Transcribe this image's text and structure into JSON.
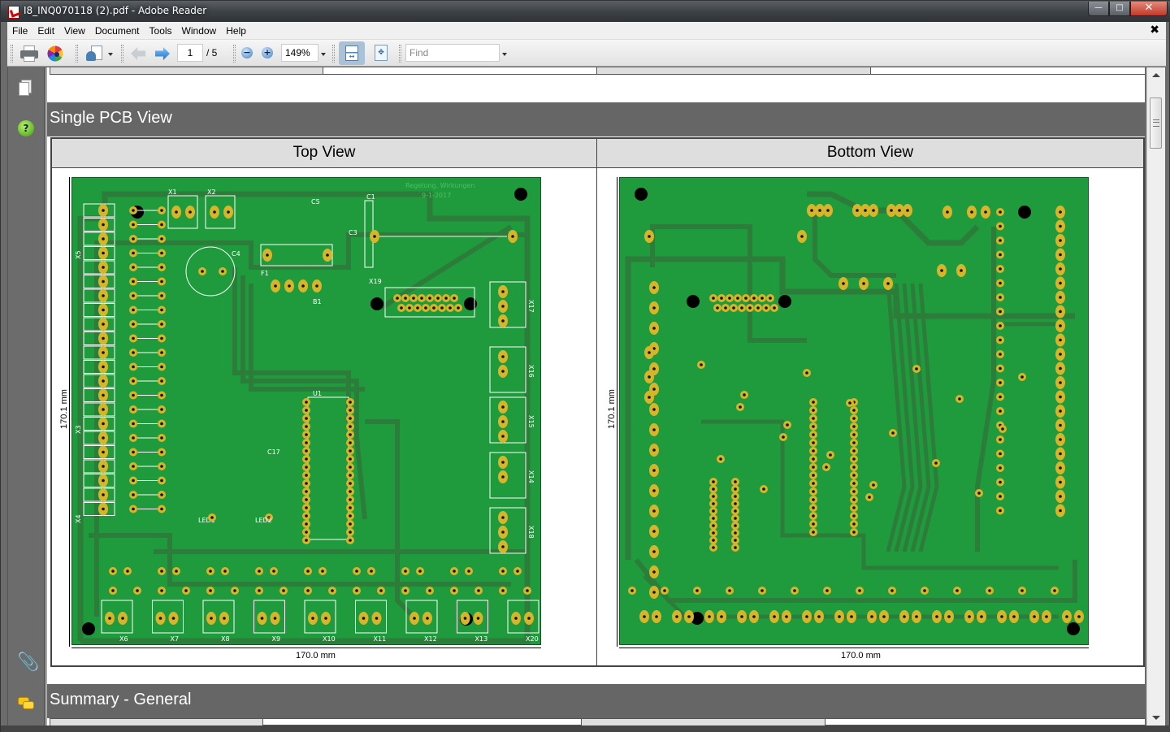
{
  "window": {
    "title": "I8_INQ070118 (2).pdf - Adobe Reader",
    "minimize_label": "—",
    "maximize_label": "□",
    "close_label": "✕"
  },
  "menu": {
    "items": [
      "File",
      "Edit",
      "View",
      "Document",
      "Tools",
      "Window",
      "Help"
    ],
    "doc_close": "✖"
  },
  "toolbar": {
    "page_current": "1",
    "page_total": "/ 5",
    "zoom_level": "149%",
    "find_placeholder": "Find",
    "zoom_out_label": "−",
    "zoom_in_label": "+",
    "fit_width_glyph": "↔",
    "fit_page_glyph": "✥"
  },
  "sidebar": {
    "clip_glyph": "📎",
    "help_glyph": "?"
  },
  "document": {
    "section_title": "Single PCB View",
    "next_section_title": "Summary - General",
    "columns": [
      {
        "heading": "Top View",
        "width_label": "170.0 mm",
        "height_label": "170.1 mm",
        "board_title_lines": [
          "Regelung, Wirkungen",
          "9-1-2017"
        ],
        "connector_labels": [
          "X6",
          "X7",
          "X8",
          "X9",
          "X10",
          "X11",
          "X12",
          "X13",
          "X20"
        ],
        "right_connector_labels": [
          "X17",
          "X16",
          "X15",
          "X14",
          "X18"
        ],
        "component_labels": [
          "X1",
          "X2",
          "C4",
          "C1",
          "F1",
          "B1",
          "X19",
          "U1",
          "X5",
          "X4",
          "X3",
          "LED1",
          "LED2",
          "C5",
          "C3",
          "C17"
        ]
      },
      {
        "heading": "Bottom View",
        "width_label": "170.0 mm",
        "height_label": "170.1 mm"
      }
    ]
  },
  "colors": {
    "board_green": "#1f9b3e",
    "trace_green": "#2d7d3a",
    "pad_gold": "#d6b52b",
    "silkscreen": "#ffffff",
    "section_bar": "#666666",
    "header_cell": "#dedede"
  }
}
